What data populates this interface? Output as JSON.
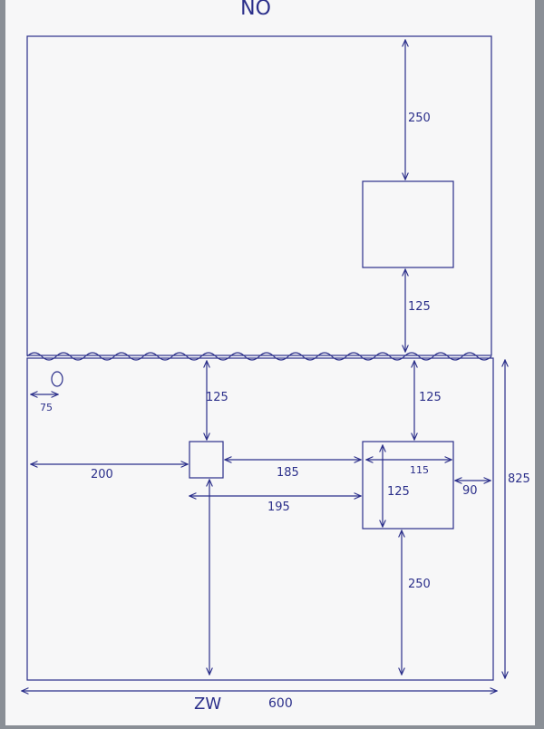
{
  "header_label": "NO",
  "footer_label": "ZW",
  "top_panel": {
    "dim_top_to_box": "250",
    "dim_box_to_divider": "125"
  },
  "bottom_panel": {
    "marker_symbol": "O",
    "marker_offset": "75",
    "dim_divider_to_small_box": "125",
    "dim_left_to_small_box": "200",
    "dim_small_to_large_gap": "185",
    "dim_small_to_large_span": "195",
    "dim_divider_to_large_box": "125",
    "large_box_width": "115",
    "large_box_height": "125",
    "large_box_to_right": "90",
    "large_box_to_bottom": "250"
  },
  "overall_width": "600",
  "overall_height": "825",
  "colors": {
    "ink": "#2b2f8a",
    "paper": "#f7f7f8",
    "background": "#8a8f96"
  }
}
